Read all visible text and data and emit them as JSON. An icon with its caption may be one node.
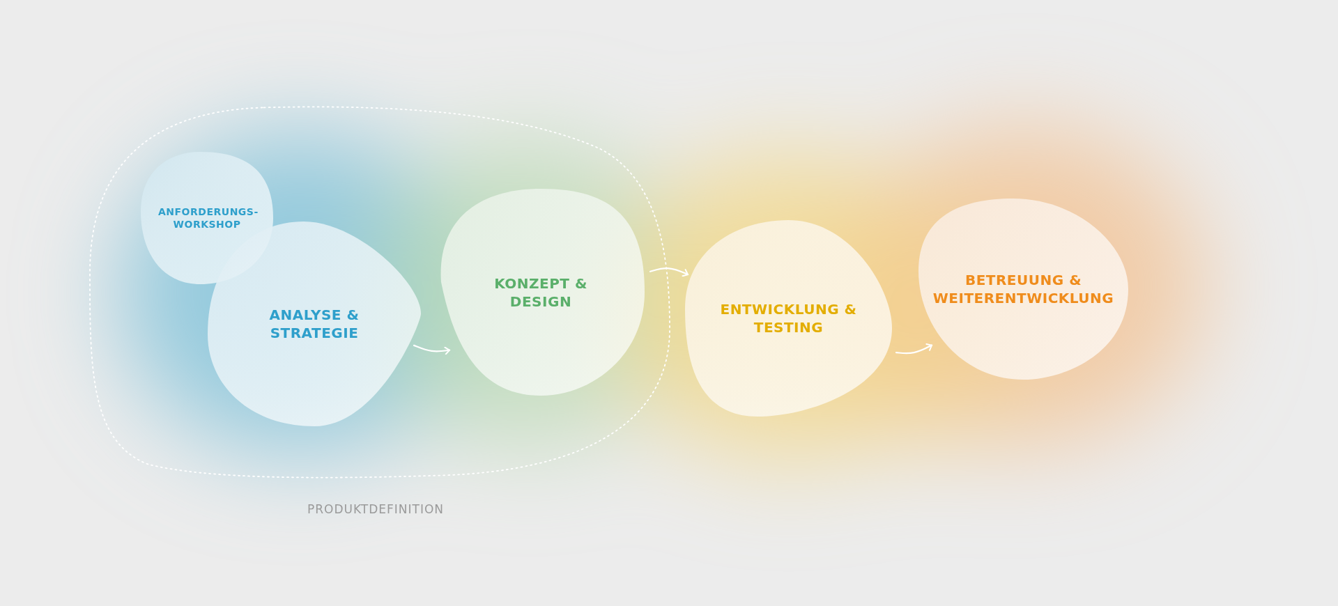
{
  "diagram": {
    "nodes": [
      {
        "text": [
          "PRODUKTDEFINITION"
        ]
      },
      {
        "text": [
          "ANFORDERUNGS- WORKSHOP"
        ],
        "in": 0
      },
      {
        "text": [
          "ANALYSE & STRATEGIE"
        ],
        "in": 0
      },
      {
        "text": [
          "KONZEPT & DESIGN"
        ],
        "in": 0
      },
      {
        "text": [
          "ENTWICKLUNG & TESTING"
        ]
      },
      {
        "text": [
          "BETREUUNG & WEITERENTWICKLUNG"
        ]
      }
    ],
    "edges": [
      {
        "from": 2,
        "to": 3,
        "arrow": "to"
      },
      {
        "from": 3,
        "to": 4,
        "arrow": "to"
      },
      {
        "from": 4,
        "to": 5,
        "arrow": "to"
      }
    ]
  }
}
